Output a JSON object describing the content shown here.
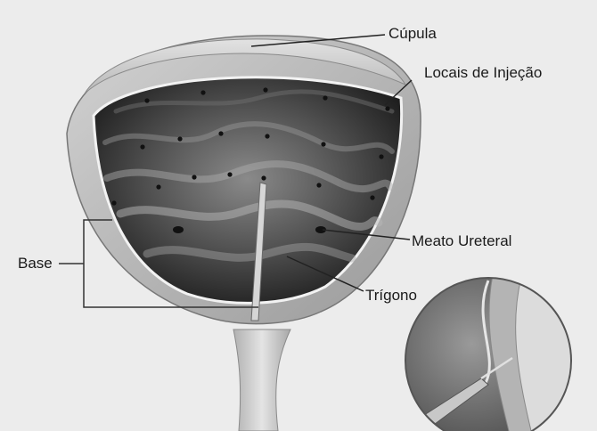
{
  "labels": {
    "cupula": "Cúpula",
    "injection_sites": "Locais de Injeção",
    "ureteral_meatus": "Meato Ureteral",
    "base": "Base",
    "trigone": "Trígono"
  },
  "colors": {
    "background": "#ececec",
    "wall": "#b9b9b9",
    "inner_dark": "#2a2a2a",
    "leader": "#222222"
  }
}
